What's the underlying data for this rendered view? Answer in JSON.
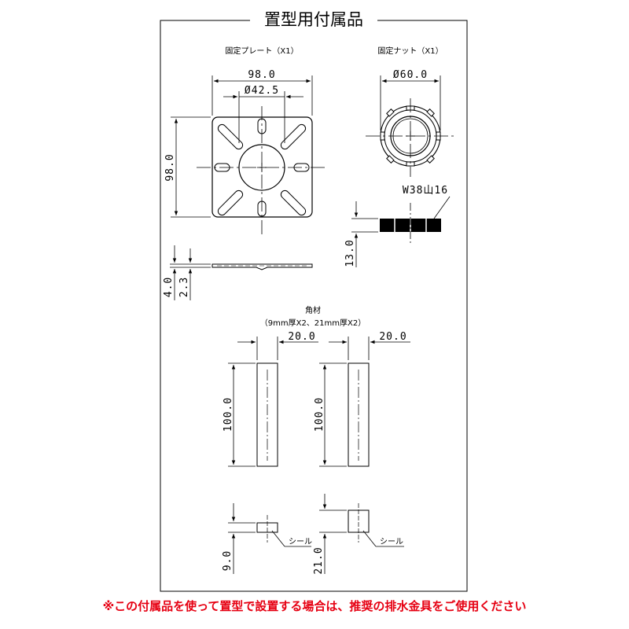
{
  "title": "置型用付属品",
  "plate": {
    "label": "固定プレート（X1）",
    "width_dim": "98.0",
    "hole_dim": "Ø42.5",
    "height_dim": "98.0",
    "thickness_dim": "4.0",
    "plate_thickness_dim": "2.3"
  },
  "nut": {
    "label": "固定ナット（X1）",
    "diameter_dim": "Ø60.0",
    "thread_label": "W38山16",
    "height_dim": "13.0"
  },
  "spacer": {
    "label": "角材",
    "sublabel": "（9mm厚X2、21mm厚X2）",
    "left": {
      "width_dim": "20.0",
      "length_dim": "100.0",
      "thickness_dim": "9.0",
      "seal_label": "シール"
    },
    "right": {
      "width_dim": "20.0",
      "length_dim": "100.0",
      "thickness_dim": "21.0",
      "seal_label": "シール"
    }
  },
  "caption": "※この付属品を使って置型で設置する場合は、推奨の排水金具をご使用ください",
  "colors": {
    "caption": "#e60012",
    "line": "#000000"
  }
}
